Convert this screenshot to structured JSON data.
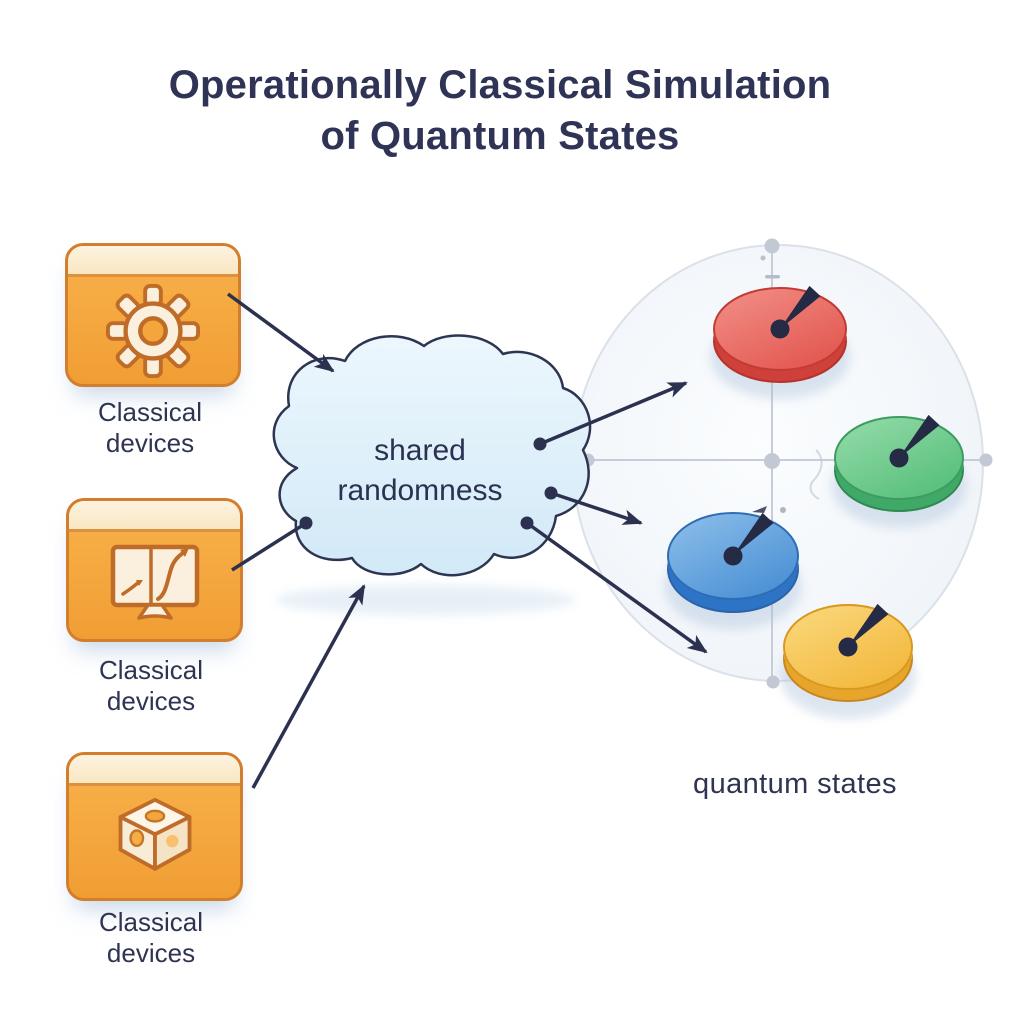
{
  "title": {
    "line1": "Operationally Classical Simulation",
    "line2": "of Quantum States"
  },
  "devices": [
    {
      "label_lines": [
        "Classical",
        "devices"
      ],
      "icon": "gear-icon"
    },
    {
      "label_lines": [
        "Classical",
        "devices"
      ],
      "icon": "monitor-chart-icon"
    },
    {
      "label_lines": [
        "Classical",
        "devices"
      ],
      "icon": "dice-icon"
    }
  ],
  "cloud": {
    "label_lines": [
      "shared",
      "randomness"
    ]
  },
  "quantum_states": {
    "label": "quantum states",
    "states": [
      {
        "name": "red",
        "top_light": "#f29189",
        "top_dark": "#e25750",
        "rim": "#ce4039",
        "outline": "#b5332c"
      },
      {
        "name": "green",
        "top_light": "#96dcab",
        "top_dark": "#57bf7b",
        "rim": "#41a967",
        "outline": "#2f8a52"
      },
      {
        "name": "blue",
        "top_light": "#8fc0ea",
        "top_dark": "#4a90d5",
        "rim": "#2e74c6",
        "outline": "#2b62a8"
      },
      {
        "name": "yellow",
        "top_light": "#fbd97f",
        "top_dark": "#f2b83d",
        "rim": "#e7a52c",
        "outline": "#c8861d"
      }
    ]
  },
  "colors": {
    "ink": "#2c3150",
    "needle": "#262b45",
    "cloud_top": "#ecf7fd",
    "cloud_bottom": "#d2e9f7",
    "cloud_stroke": "#2e3552",
    "sphere_fill": "#f1f5fa",
    "sphere_stroke": "#dbe0e9",
    "crosshair": "#c7cdd8",
    "box_fill": "#f5a840",
    "box_border": "#d27e2c",
    "icon_stroke": "#bf6c28",
    "icon_fill": "#fbf0de"
  },
  "connections": [
    {
      "from": "classical-device-1",
      "to": "shared-randomness",
      "end": "arrowhead"
    },
    {
      "from": "classical-device-2",
      "to": "shared-randomness",
      "end": "dot"
    },
    {
      "from": "classical-device-3",
      "to": "shared-randomness",
      "end": "arrowhead"
    },
    {
      "from": "shared-randomness",
      "to": "quantum-state-red",
      "end": "arrowhead"
    },
    {
      "from": "shared-randomness",
      "to": "quantum-state-blue",
      "end": "arrowhead"
    },
    {
      "from": "shared-randomness",
      "to": "quantum-state-yellow",
      "end": "arrowhead"
    }
  ]
}
